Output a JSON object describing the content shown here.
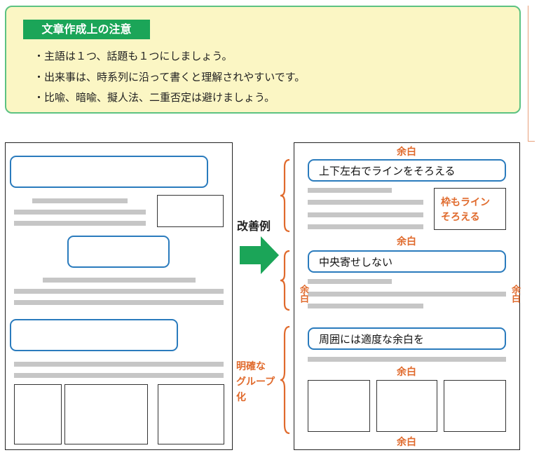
{
  "notes": {
    "title": "文章作成上の注意",
    "items": [
      "・主語は１つ、話題も１つにしましょう。",
      "・出来事は、時系列に沿って書くと理解されやすいです。",
      "・比喩、暗喩、擬人法、二重否定は避けましょう。"
    ]
  },
  "arrow": {
    "label": "改善例"
  },
  "right_page": {
    "heading1": "上下左右でラインをそろえる",
    "heading2": "中央寄せしない",
    "heading3": "周囲には適度な余白を",
    "frame_note": [
      "枠もライン",
      "そろえる"
    ],
    "margin_label": "余白"
  },
  "group_label": [
    "明確な",
    "グループ",
    "化"
  ],
  "colors": {
    "green": "#1ba558",
    "blue": "#2a7bbd",
    "orange": "#e06a2c",
    "note_bg": "#fbf6c4"
  }
}
